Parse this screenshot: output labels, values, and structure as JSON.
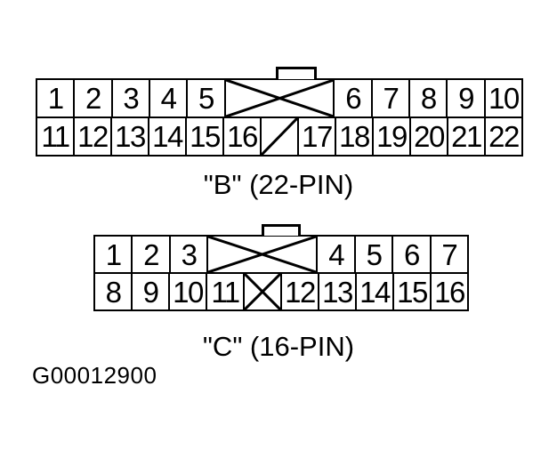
{
  "figure": {
    "figure_code": "G00012900",
    "ink_color": "#000000",
    "paper_color": "#ffffff"
  },
  "connectors": [
    {
      "id": "connector-b",
      "caption": "\"B\" (22-PIN)",
      "pin_count": 22,
      "rows": [
        {
          "cells": [
            {
              "type": "pin",
              "label": "1",
              "span": 1
            },
            {
              "type": "pin",
              "label": "2",
              "span": 1
            },
            {
              "type": "pin",
              "label": "3",
              "span": 1
            },
            {
              "type": "pin",
              "label": "4",
              "span": 1
            },
            {
              "type": "pin",
              "label": "5",
              "span": 1
            },
            {
              "type": "keyway-x",
              "span": 3
            },
            {
              "type": "pin",
              "label": "6",
              "span": 1
            },
            {
              "type": "pin",
              "label": "7",
              "span": 1
            },
            {
              "type": "pin",
              "label": "8",
              "span": 1
            },
            {
              "type": "pin",
              "label": "9",
              "span": 1
            },
            {
              "type": "pin",
              "label": "10",
              "span": 1
            }
          ]
        },
        {
          "cells": [
            {
              "type": "pin",
              "label": "11",
              "span": 1
            },
            {
              "type": "pin",
              "label": "12",
              "span": 1
            },
            {
              "type": "pin",
              "label": "13",
              "span": 1
            },
            {
              "type": "pin",
              "label": "14",
              "span": 1
            },
            {
              "type": "pin",
              "label": "15",
              "span": 1
            },
            {
              "type": "pin",
              "label": "16",
              "span": 1
            },
            {
              "type": "keyway-slash",
              "span": 1
            },
            {
              "type": "pin",
              "label": "17",
              "span": 1
            },
            {
              "type": "pin",
              "label": "18",
              "span": 1
            },
            {
              "type": "pin",
              "label": "19",
              "span": 1
            },
            {
              "type": "pin",
              "label": "20",
              "span": 1
            },
            {
              "type": "pin",
              "label": "21",
              "span": 1
            },
            {
              "type": "pin",
              "label": "22",
              "span": 1
            }
          ]
        }
      ]
    },
    {
      "id": "connector-c",
      "caption": "\"C\" (16-PIN)",
      "pin_count": 16,
      "rows": [
        {
          "cells": [
            {
              "type": "pin",
              "label": "1",
              "span": 1
            },
            {
              "type": "pin",
              "label": "2",
              "span": 1
            },
            {
              "type": "pin",
              "label": "3",
              "span": 1
            },
            {
              "type": "keyway-x",
              "span": 3
            },
            {
              "type": "pin",
              "label": "4",
              "span": 1
            },
            {
              "type": "pin",
              "label": "5",
              "span": 1
            },
            {
              "type": "pin",
              "label": "6",
              "span": 1
            },
            {
              "type": "pin",
              "label": "7",
              "span": 1
            }
          ]
        },
        {
          "cells": [
            {
              "type": "pin",
              "label": "8",
              "span": 1
            },
            {
              "type": "pin",
              "label": "9",
              "span": 1
            },
            {
              "type": "pin",
              "label": "10",
              "span": 1
            },
            {
              "type": "pin",
              "label": "11",
              "span": 1
            },
            {
              "type": "keyway-x",
              "span": 1
            },
            {
              "type": "pin",
              "label": "12",
              "span": 1
            },
            {
              "type": "pin",
              "label": "13",
              "span": 1
            },
            {
              "type": "pin",
              "label": "14",
              "span": 1
            },
            {
              "type": "pin",
              "label": "15",
              "span": 1
            },
            {
              "type": "pin",
              "label": "16",
              "span": 1
            }
          ]
        }
      ]
    }
  ]
}
